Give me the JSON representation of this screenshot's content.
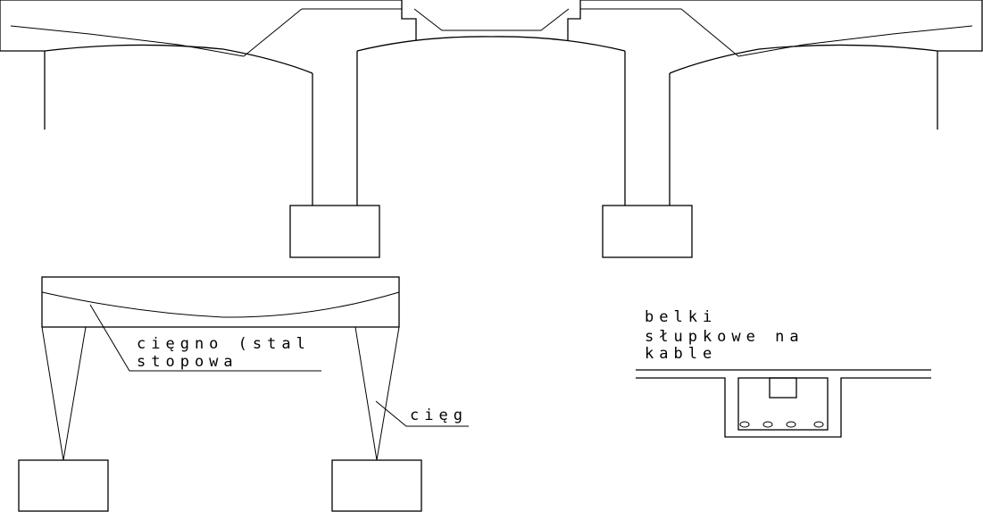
{
  "labels": {
    "tendon_line1": "cięgno (stal",
    "tendon_line2": "stopowa",
    "tie": "cięg",
    "beams_line1": "belki",
    "beams_line2": "słupkowe na",
    "beams_line3": "kable"
  },
  "colors": {
    "stroke": "#000000",
    "background": "#ffffff"
  }
}
